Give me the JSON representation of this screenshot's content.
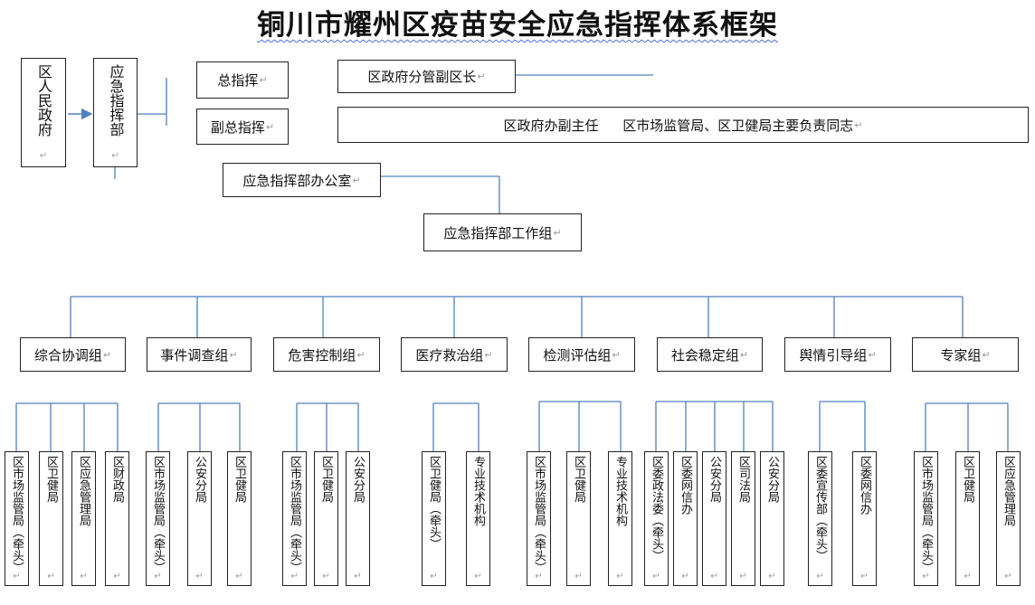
{
  "title": "铜川市耀州区疫苗安全应急指挥体系框架",
  "top_nodes": {
    "district_government": "区人民政府",
    "command_center": "应急指挥部",
    "commander_role": "总指挥",
    "commander_name": "区政府分管副区长",
    "deputy_role": "副总指挥",
    "deputy_names": "区政府办副主任 区市场监管局、区卫健局主要负责同志",
    "office": "应急指挥部办公室",
    "working_groups": "应急指挥部工作组"
  },
  "groups": [
    {
      "label": "综合协调组",
      "members": [
        "区市场监管局（牵头）",
        "区卫健局",
        "区应急管理局",
        "区财政局"
      ]
    },
    {
      "label": "事件调查组",
      "members": [
        "区市场监管局（牵头）",
        "公安分局",
        "区卫健局"
      ]
    },
    {
      "label": "危害控制组",
      "members": [
        "区市场监管局（牵头）",
        "区卫健局",
        "公安分局"
      ]
    },
    {
      "label": "医疗救治组",
      "members": [
        "区卫健局（牵头）",
        "专业技术机构"
      ]
    },
    {
      "label": "检测评估组",
      "members": [
        "区市场监管局（牵头）",
        "区卫健局",
        "专业技术机构"
      ]
    },
    {
      "label": "社会稳定组",
      "members": [
        "区委政法委（牵头）",
        "区委网信办",
        "公安分局",
        "区司法局",
        "公安分局"
      ]
    },
    {
      "label": "舆情引导组",
      "members": [
        "区委宣传部（牵头）",
        "区委网信办"
      ]
    },
    {
      "label": "专家组",
      "members": [
        "区市场监管局（牵头）",
        "区卫健局",
        "区应急管理局"
      ]
    }
  ],
  "colors": {
    "connector": "#4f81bd",
    "border": "#222222"
  }
}
